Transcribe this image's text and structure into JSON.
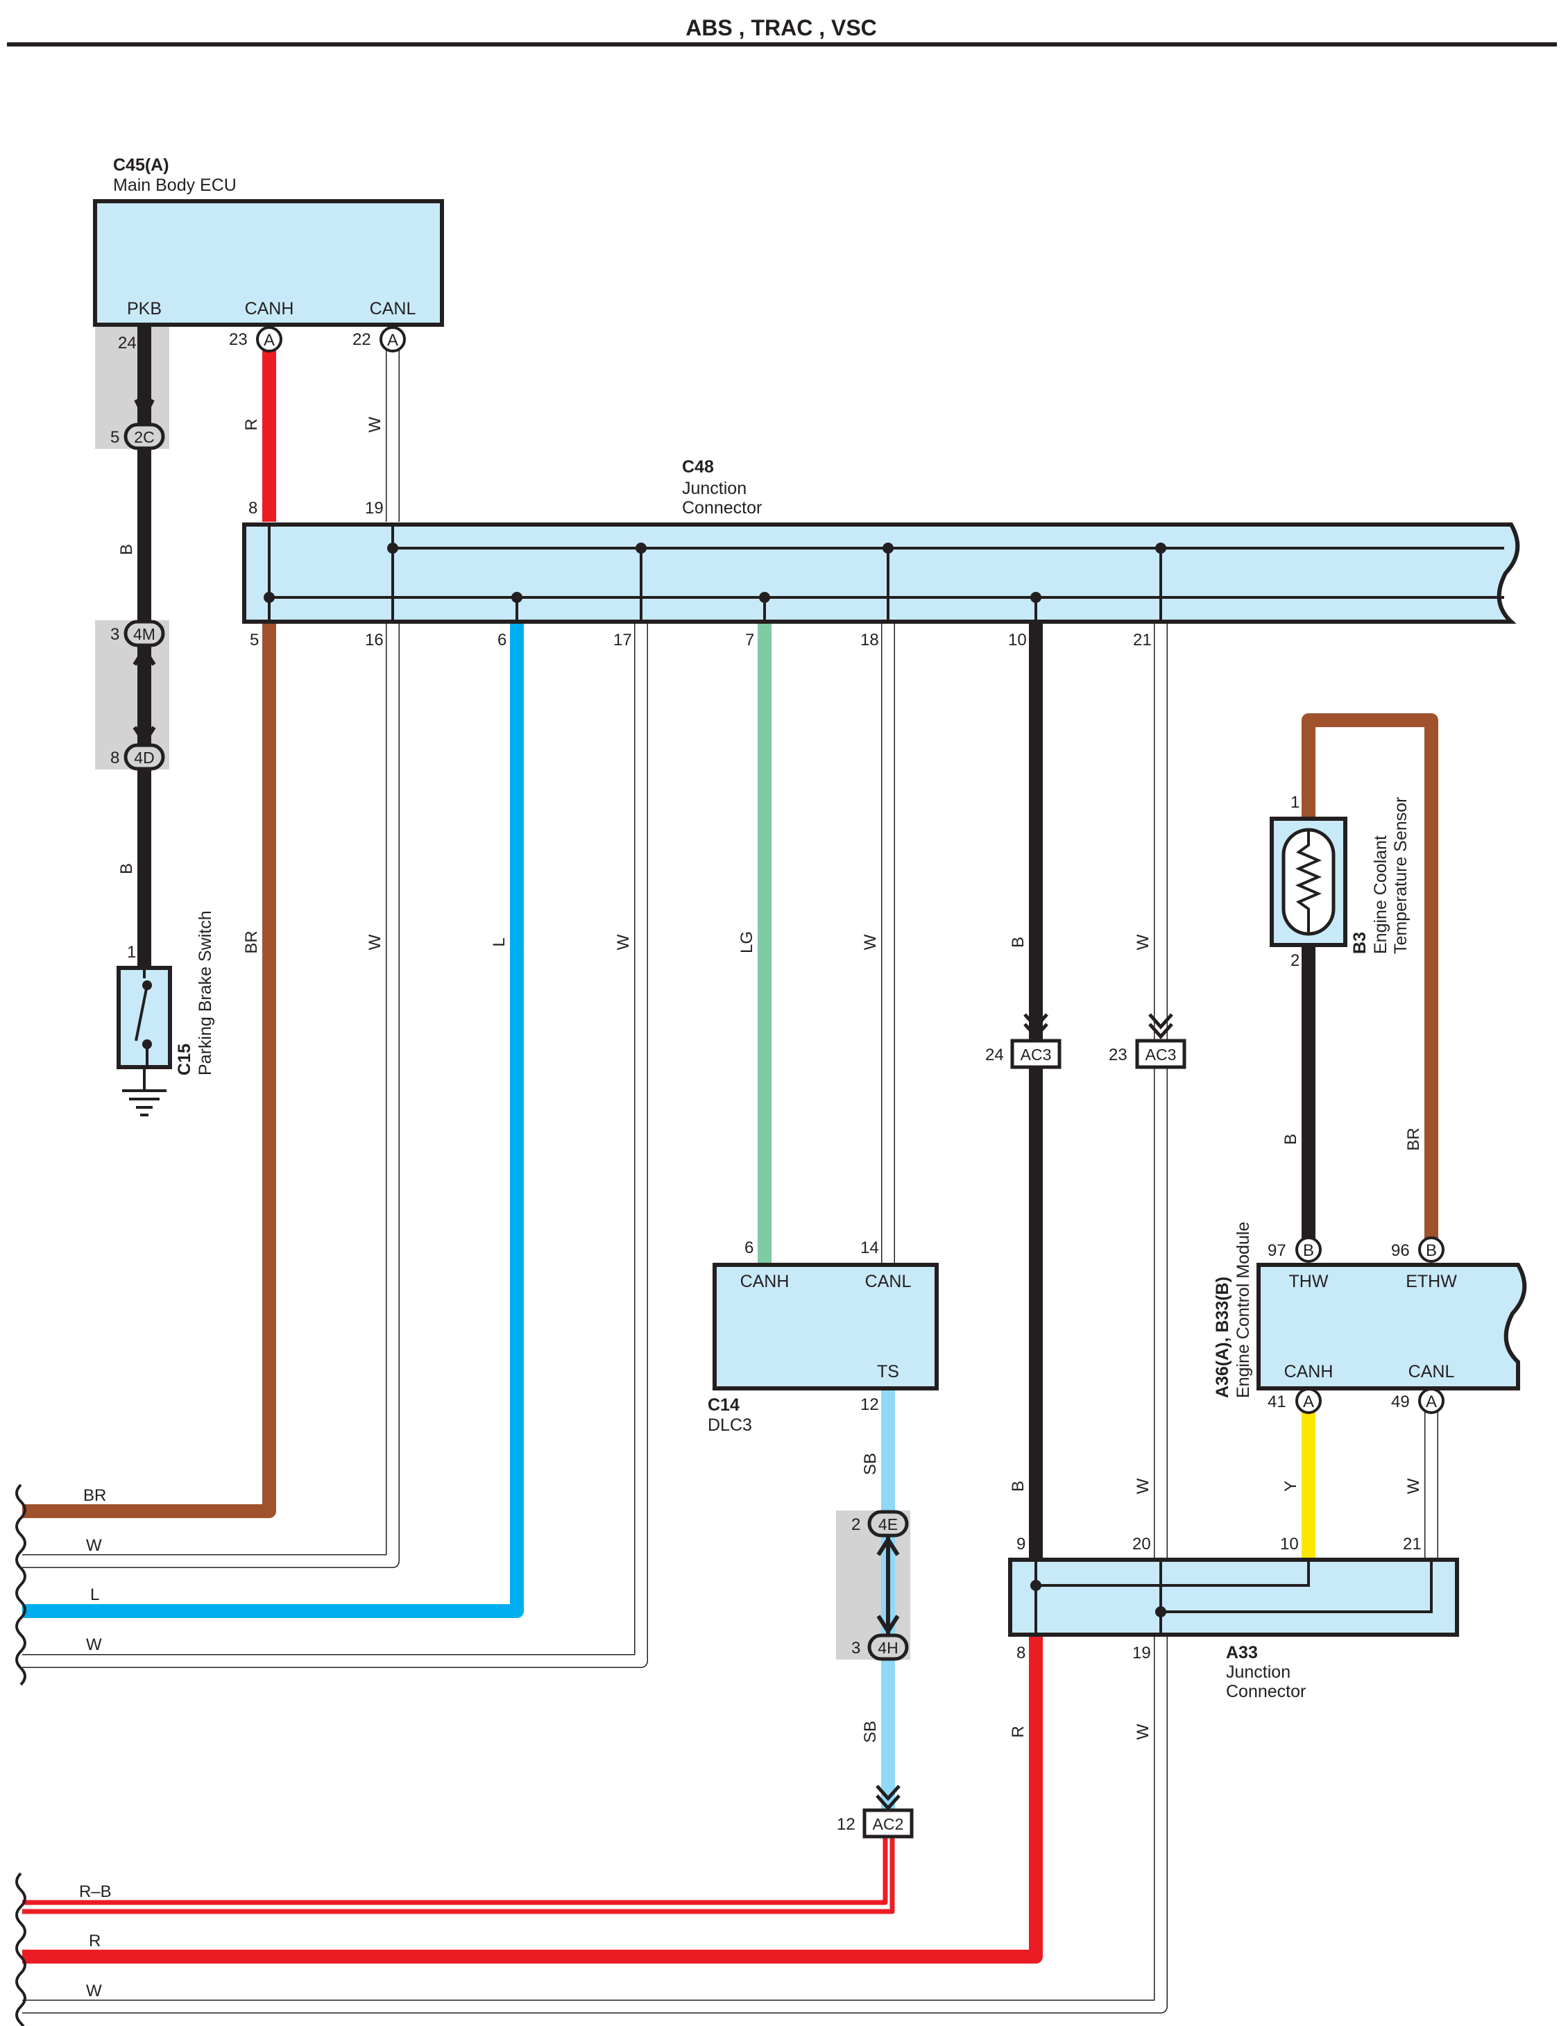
{
  "header": {
    "title": "ABS , TRAC , VSC"
  },
  "colors": {
    "box_fill": "#c8e9f8",
    "shade": "#d3d3d4",
    "line": "#231f20",
    "wire": {
      "R": "#ec1c24",
      "W": "#ffffff",
      "B": "#231f20",
      "BR": "#a0522d",
      "L": "#00aeef",
      "LG": "#7fcba4",
      "SB": "#8fd8f8",
      "Y": "#ffe600"
    }
  },
  "components": {
    "c45": {
      "code": "C45(A)",
      "name": "Main Body ECU",
      "pins": [
        "PKB",
        "CANH",
        "CANL"
      ]
    },
    "c48": {
      "code": "C48",
      "name_line1": "Junction",
      "name_line2": "Connector"
    },
    "c15": {
      "code": "C15",
      "name": "Parking Brake Switch"
    },
    "b3": {
      "code": "B3",
      "name_line1": "Engine Coolant",
      "name_line2": "Temperature Sensor"
    },
    "c14": {
      "code": "C14",
      "name": "DLC3",
      "pins": [
        "CANH",
        "CANL",
        "TS"
      ]
    },
    "ecm": {
      "code": "A36(A), B33(B)",
      "name": "Engine Control Module",
      "pins": [
        "THW",
        "ETHW",
        "CANH",
        "CANL"
      ]
    },
    "a33": {
      "code": "A33",
      "name_line1": "Junction",
      "name_line2": "Connector"
    }
  },
  "connectors": {
    "c45_a_canh": "A",
    "c45_a_canl": "A",
    "j2c": "2C",
    "j4m": "4M",
    "j4d": "4D",
    "j4e": "4E",
    "j4h": "4H",
    "ac3_b": "AC3",
    "ac3_w": "AC3",
    "ac2": "AC2",
    "ecm_thw": "B",
    "ecm_ethw": "B",
    "ecm_canh": "A",
    "ecm_canl": "A"
  },
  "pins": {
    "p24": "24",
    "p23": "23",
    "p22": "22",
    "p5_2c": "5",
    "p3_4m": "3",
    "p8_4d": "8",
    "p1_c15": "1",
    "c48_8": "8",
    "c48_19": "19",
    "c48_5": "5",
    "c48_16": "16",
    "c48_6": "6",
    "c48_17": "17",
    "c48_7": "7",
    "c48_18": "18",
    "c48_10": "10",
    "c48_21": "21",
    "ac3_24": "24",
    "ac3_23": "23",
    "b3_1": "1",
    "b3_2": "2",
    "c14_6": "6",
    "c14_14": "14",
    "c14_12": "12",
    "j4e_2": "2",
    "j4h_3": "3",
    "ac2_12": "12",
    "ecm_97": "97",
    "ecm_96": "96",
    "ecm_41": "41",
    "ecm_49": "49",
    "a33_9": "9",
    "a33_20": "20",
    "a33_10": "10",
    "a33_21": "21",
    "a33_8": "8",
    "a33_19": "19"
  },
  "wire_labels": {
    "r1": "R",
    "w1": "W",
    "b1": "B",
    "b2": "B",
    "br1": "BR",
    "w2": "W",
    "l1": "L",
    "w3": "W",
    "lg1": "LG",
    "w4": "W",
    "b3": "B",
    "w5": "W",
    "b4": "B",
    "br2": "BR",
    "sb1": "SB",
    "sb2": "SB",
    "b5": "B",
    "w6": "W",
    "y1": "Y",
    "w7": "W",
    "r2": "R",
    "w8": "W"
  },
  "edge_labels": [
    "BR",
    "W",
    "L",
    "W",
    "R–B",
    "R",
    "W"
  ]
}
